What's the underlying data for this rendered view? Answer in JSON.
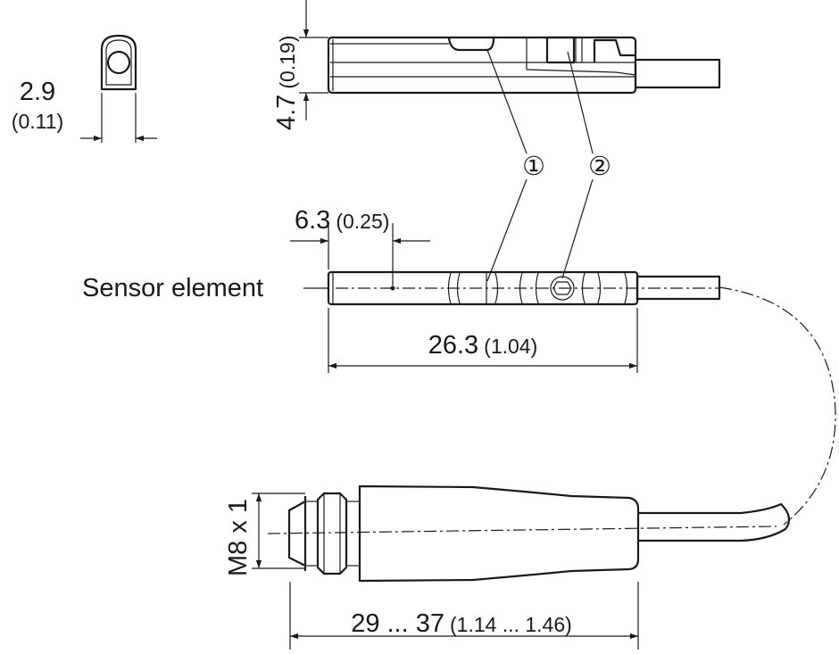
{
  "dimensions": {
    "width_mm": "2.9",
    "width_in": "(0.11)",
    "height_mm": "4.7",
    "height_in": "(0.19)",
    "sensor_offset_mm": "6.3",
    "sensor_offset_in": "(0.25)",
    "length_mm": "26.3",
    "length_in": "(1.04)",
    "connector_len_mm": "29 ... 37",
    "connector_len_in": "(1.14 ... 1.46)",
    "thread": "M8 x 1"
  },
  "labels": {
    "sensor_element": "Sensor element"
  },
  "callouts": [
    "①",
    "②"
  ]
}
